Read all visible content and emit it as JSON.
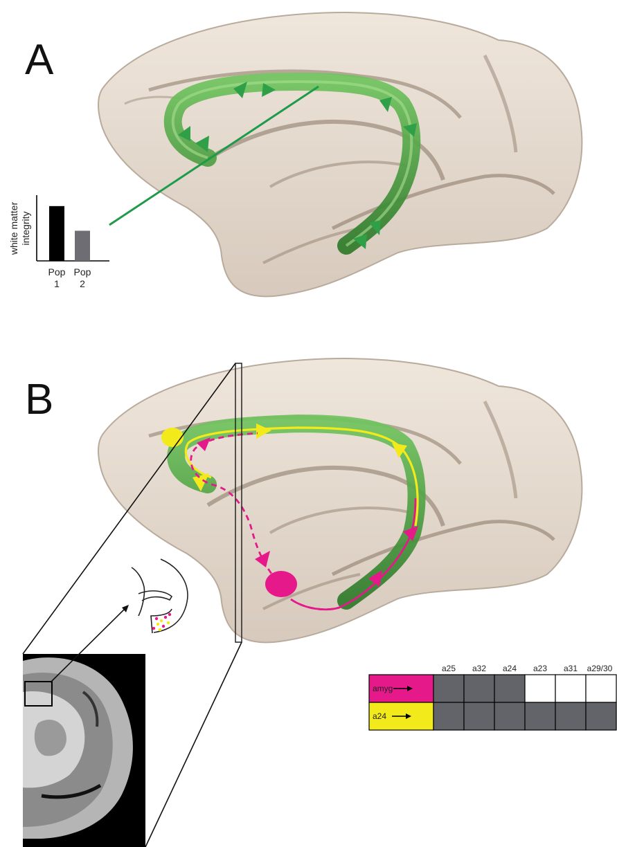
{
  "panel_a": {
    "label": "A",
    "chart_data": {
      "type": "bar",
      "categories": [
        "Pop 1",
        "Pop 2"
      ],
      "values": [
        1.0,
        0.55
      ],
      "ylabel": "white matter integrity",
      "xlabel": "",
      "ylim": [
        0,
        1.2
      ]
    },
    "ylabel_line1": "white matter",
    "ylabel_line2": "integrity",
    "cat1_line1": "Pop",
    "cat1_line2": "1",
    "cat2_line1": "Pop",
    "cat2_line2": "2",
    "colors": {
      "pop1": "#000000",
      "pop2": "#6d6d73",
      "tract": "#3f9a3a",
      "pointer": "#1e9a4b"
    }
  },
  "panel_b": {
    "label": "B",
    "colors": {
      "magenta": "#e5198a",
      "yellow": "#f3ea1c",
      "gray_cell": "#636469",
      "white_cell": "#ffffff"
    },
    "table": {
      "columns": [
        "a25",
        "a32",
        "a24",
        "a23",
        "a31",
        "a29/30"
      ],
      "rows": [
        {
          "label": "amyg",
          "color": "#e5198a",
          "cells": [
            "filled",
            "filled",
            "filled",
            "empty",
            "empty",
            "empty"
          ]
        },
        {
          "label": "a24",
          "color": "#f3ea1c",
          "cells": [
            "filled",
            "filled",
            "filled",
            "filled",
            "filled",
            "filled"
          ]
        }
      ]
    }
  }
}
